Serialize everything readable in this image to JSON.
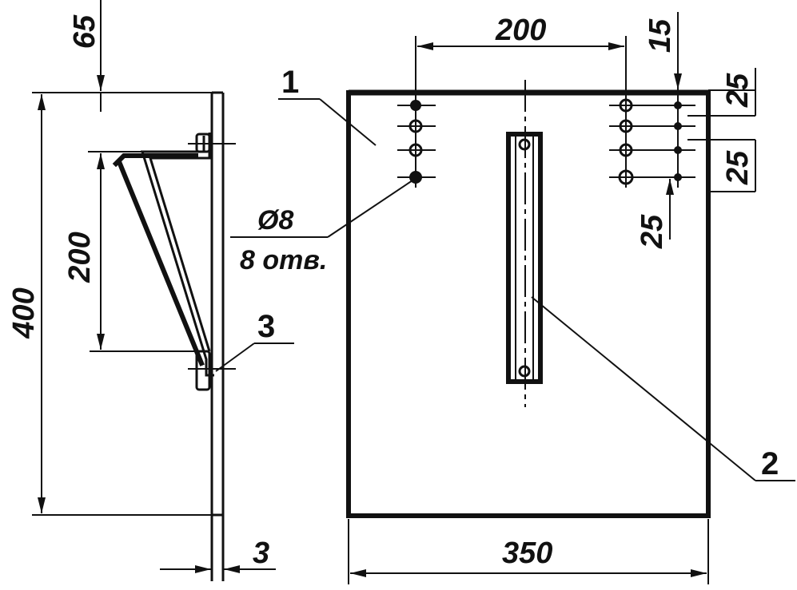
{
  "dimensions": {
    "offset_top": "65",
    "bracket_height": "200",
    "plate_height": "400",
    "thickness": "3",
    "hole_spacing": "200",
    "edge_offset": "15",
    "hole_pitch_a": "25",
    "hole_pitch_b": "25",
    "hole_pitch_c": "25",
    "plate_width": "350"
  },
  "hole_note": {
    "diameter": "Ø8",
    "count": "8 отв."
  },
  "callouts": {
    "part_1": "1",
    "part_2": "2",
    "part_3": "3"
  }
}
